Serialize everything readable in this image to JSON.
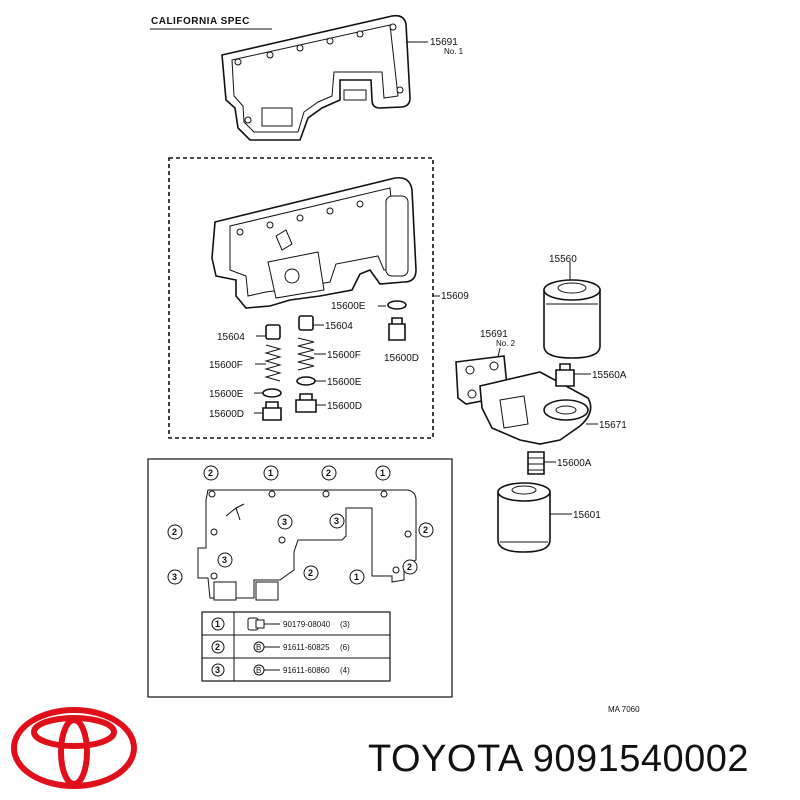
{
  "header": {
    "spec": "CALIFORNIA SPEC"
  },
  "parts": {
    "gasket_top": {
      "num": "15691",
      "sub": "No. 1"
    },
    "cooler_assy": "15609",
    "e_upper": "15600E",
    "p_left": "15604",
    "p_right": "15604",
    "f_left": "15600F",
    "f_right": "15600F",
    "d_mid": "15600D",
    "e_left": "15600E",
    "e_right": "15600E",
    "d_left": "15600D",
    "d_right": "15600D",
    "filter_top": "15560",
    "gasket_no2": {
      "num": "15691",
      "sub": "No. 2"
    },
    "plug_a": "15560A",
    "bracket": "15671",
    "union_a": "15600A",
    "filter_bottom": "15601"
  },
  "legend": {
    "rows": [
      {
        "key": "1",
        "code": "90179-08040",
        "qty": "(3)"
      },
      {
        "key": "2",
        "code": "91611-60825",
        "qty": "(6)"
      },
      {
        "key": "3",
        "code": "91611-60860",
        "qty": "(4)"
      }
    ],
    "bolt_mark": "B"
  },
  "callouts": {
    "top": [
      "2",
      "1",
      "2",
      "1"
    ],
    "left": [
      "2",
      "3"
    ],
    "right": [
      "2",
      "2"
    ],
    "inner": [
      "3",
      "3",
      "3",
      "2",
      "1"
    ]
  },
  "figure_code": "MA  7060",
  "brand": {
    "name": "TOYOTA",
    "part_number": "9091540002",
    "logo_color": "#e0101a"
  }
}
